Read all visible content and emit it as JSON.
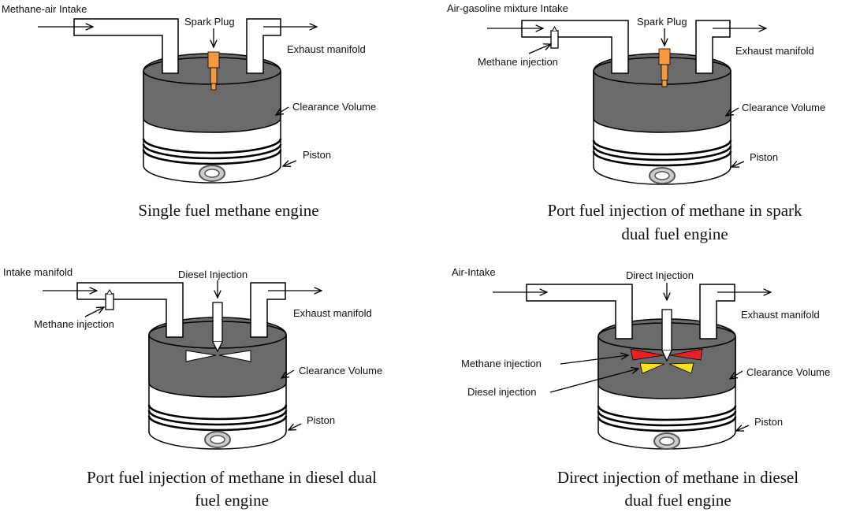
{
  "panels": [
    {
      "intake_label": "Methane-air Intake",
      "top_label": "Spark Plug",
      "exhaust_label": "Exhaust manifold",
      "clearance_label": "Clearance Volume",
      "piston_label": "Piston",
      "caption": [
        "Single fuel methane engine"
      ]
    },
    {
      "intake_label": "Air-gasoline mixture Intake",
      "top_label": "Spark Plug",
      "injection_label": "Methane injection",
      "exhaust_label": "Exhaust manifold",
      "clearance_label": "Clearance Volume",
      "piston_label": "Piston",
      "caption": [
        "Port fuel injection of methane in spark",
        "dual fuel engine"
      ]
    },
    {
      "intake_label": "Intake manifold",
      "top_label": "Diesel Injection",
      "injection_label": "Methane injection",
      "exhaust_label": "Exhaust manifold",
      "clearance_label": "Clearance Volume",
      "piston_label": "Piston",
      "caption": [
        "Port fuel injection of methane in diesel dual",
        "fuel engine"
      ]
    },
    {
      "intake_label": "Air-Intake",
      "top_label": "Direct Injection",
      "methane_label": "Methane injection",
      "diesel_label": "Diesel injection",
      "exhaust_label": "Exhaust manifold",
      "clearance_label": "Clearance Volume",
      "piston_label": "Piston",
      "caption": [
        "Direct injection of methane in diesel",
        "dual fuel engine"
      ]
    }
  ],
  "colors": {
    "cylinder_dark": "#6b6b6b",
    "spark_plug": "#f59a42",
    "methane_spray": "#e8202a",
    "diesel_spray": "#f5e11e"
  }
}
